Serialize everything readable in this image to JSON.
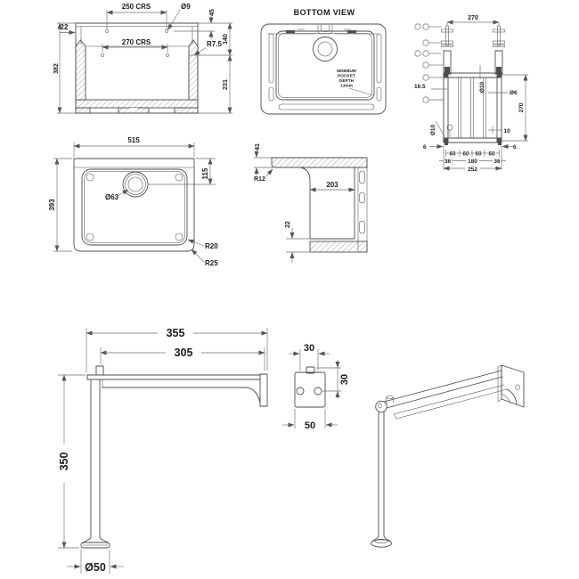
{
  "sheet": {
    "bg": "#ffffff",
    "line_color": "#4d4d4d",
    "dim_line_color": "#6e6e6e",
    "text_color": "#1c1c1c"
  },
  "front_section": {
    "dim_250crs": "250 CRS",
    "dim_dia9": "Ø9",
    "dim_22": "22",
    "dim_270crs": "270 CRS",
    "dim_r75": "R7.5",
    "dim_45": "45",
    "dim_140": "140",
    "dim_231": "231",
    "dim_382": "382"
  },
  "bottom_view": {
    "title": "BOTTOM VIEW",
    "note_line1": "MINIMUM",
    "note_line2": "POCKET",
    "note_line3": "DEPTH",
    "note_line4": "13mm"
  },
  "rack_view": {
    "dim_270_top": "270",
    "dim_165": "16.5",
    "dim_dia10_top": "Ø10",
    "dim_dia6": "Ø6",
    "dim_270_right": "270",
    "dim_dia10_bottom": "Ø10",
    "dim_10": "10",
    "dim_6_left": "6",
    "dim_6_right": "6",
    "dim_60_1": "60",
    "dim_60_2": "60",
    "dim_60_3": "60",
    "dim_60_4": "60",
    "dim_36_left": "36",
    "dim_180": "180",
    "dim_36_right": "36",
    "dim_252": "252"
  },
  "top_view": {
    "dim_515": "515",
    "dim_393": "393",
    "dim_115": "115",
    "dim_dia63": "Ø63",
    "dim_r20": "R20",
    "dim_r25": "R25"
  },
  "section_view": {
    "dim_41": "41",
    "dim_r12": "R12",
    "dim_203": "203",
    "dim_22": "22"
  },
  "leg_view": {
    "dim_355": "355",
    "dim_305": "305",
    "dim_350": "350",
    "dim_dia50": "Ø50"
  },
  "plate_view": {
    "dim_30_top": "30",
    "dim_30_right": "30",
    "dim_50": "50"
  }
}
